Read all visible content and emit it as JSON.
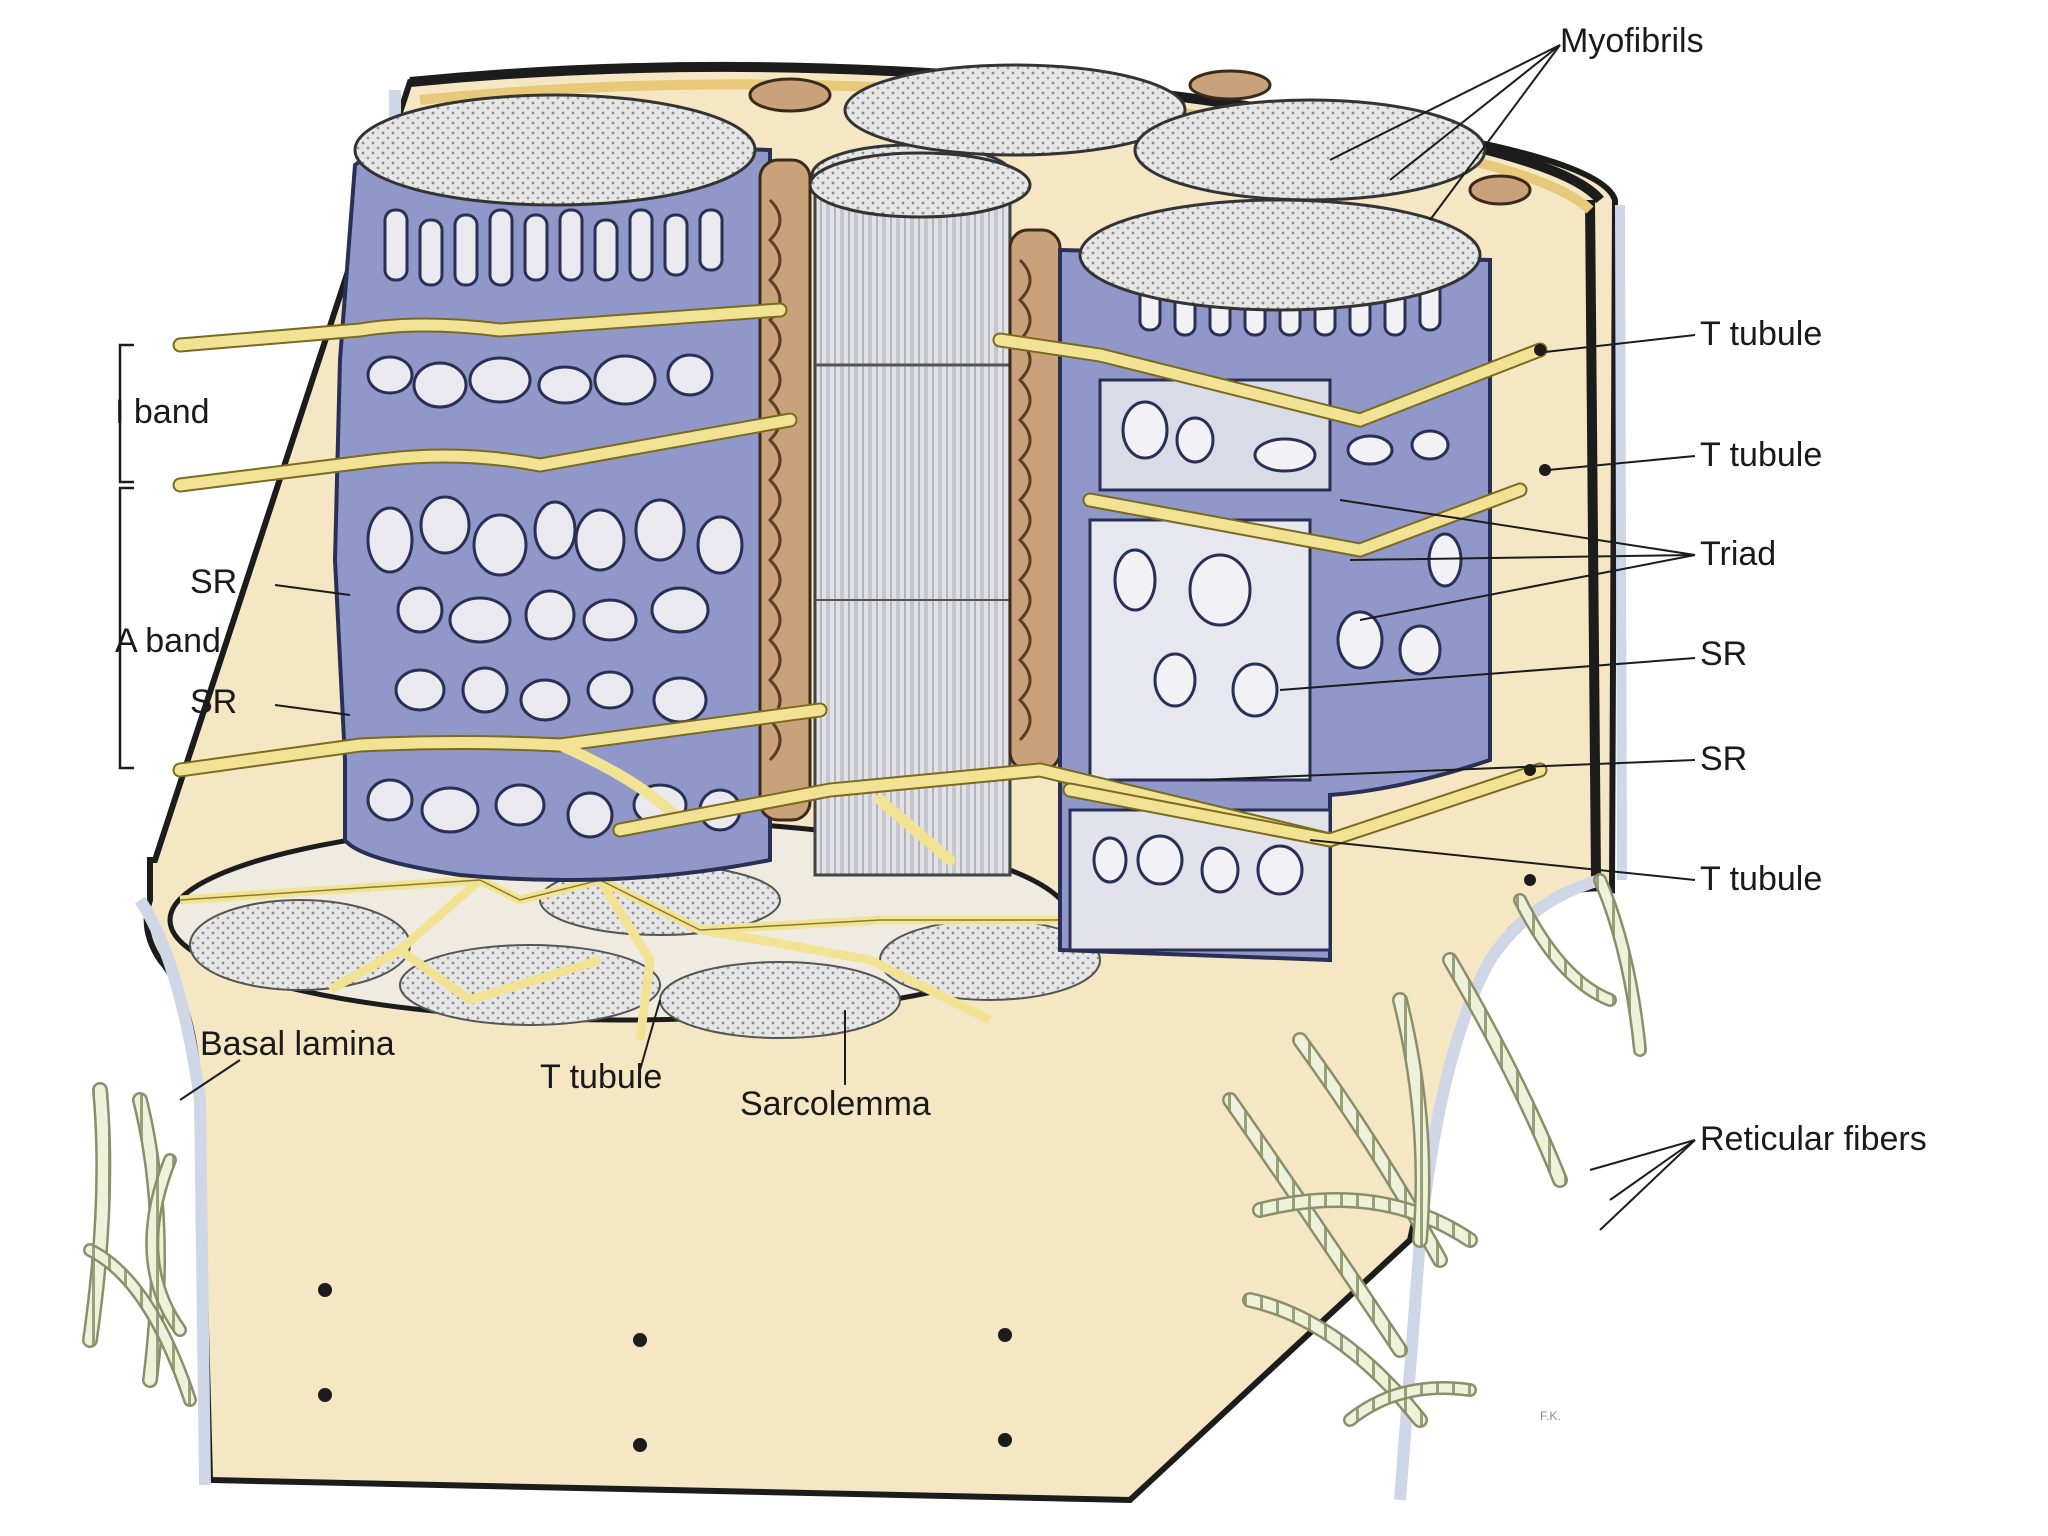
{
  "labels": {
    "myofibrils": "Myofibrils",
    "t_tubule_1": "T tubule",
    "t_tubule_2": "T tubule",
    "triad": "Triad",
    "sr_right_1": "SR",
    "sr_right_2": "SR",
    "t_tubule_3": "T tubule",
    "reticular_fibers": "Reticular fibers",
    "i_band": "I band",
    "sr_left_1": "SR",
    "a_band": "A band",
    "sr_left_2": "SR",
    "basal_lamina": "Basal lamina",
    "t_tubule_bottom": "T tubule",
    "sarcolemma": "Sarcolemma"
  },
  "artist_initials": "F.K.",
  "colors": {
    "sarcoplasm": "#f5e6c4",
    "sarcolemma_outline": "#1c1c1c",
    "basal_lamina": "#cfd6e6",
    "sarcoplasmic_reticulum": "#8f98c8",
    "sr_shadow": "#6c74a8",
    "t_tubule": "#f2e394",
    "myofibril_end": "#e2e2e2",
    "mitochondria": "#c9a27c",
    "reticular_fiber": "#e9efd0"
  }
}
